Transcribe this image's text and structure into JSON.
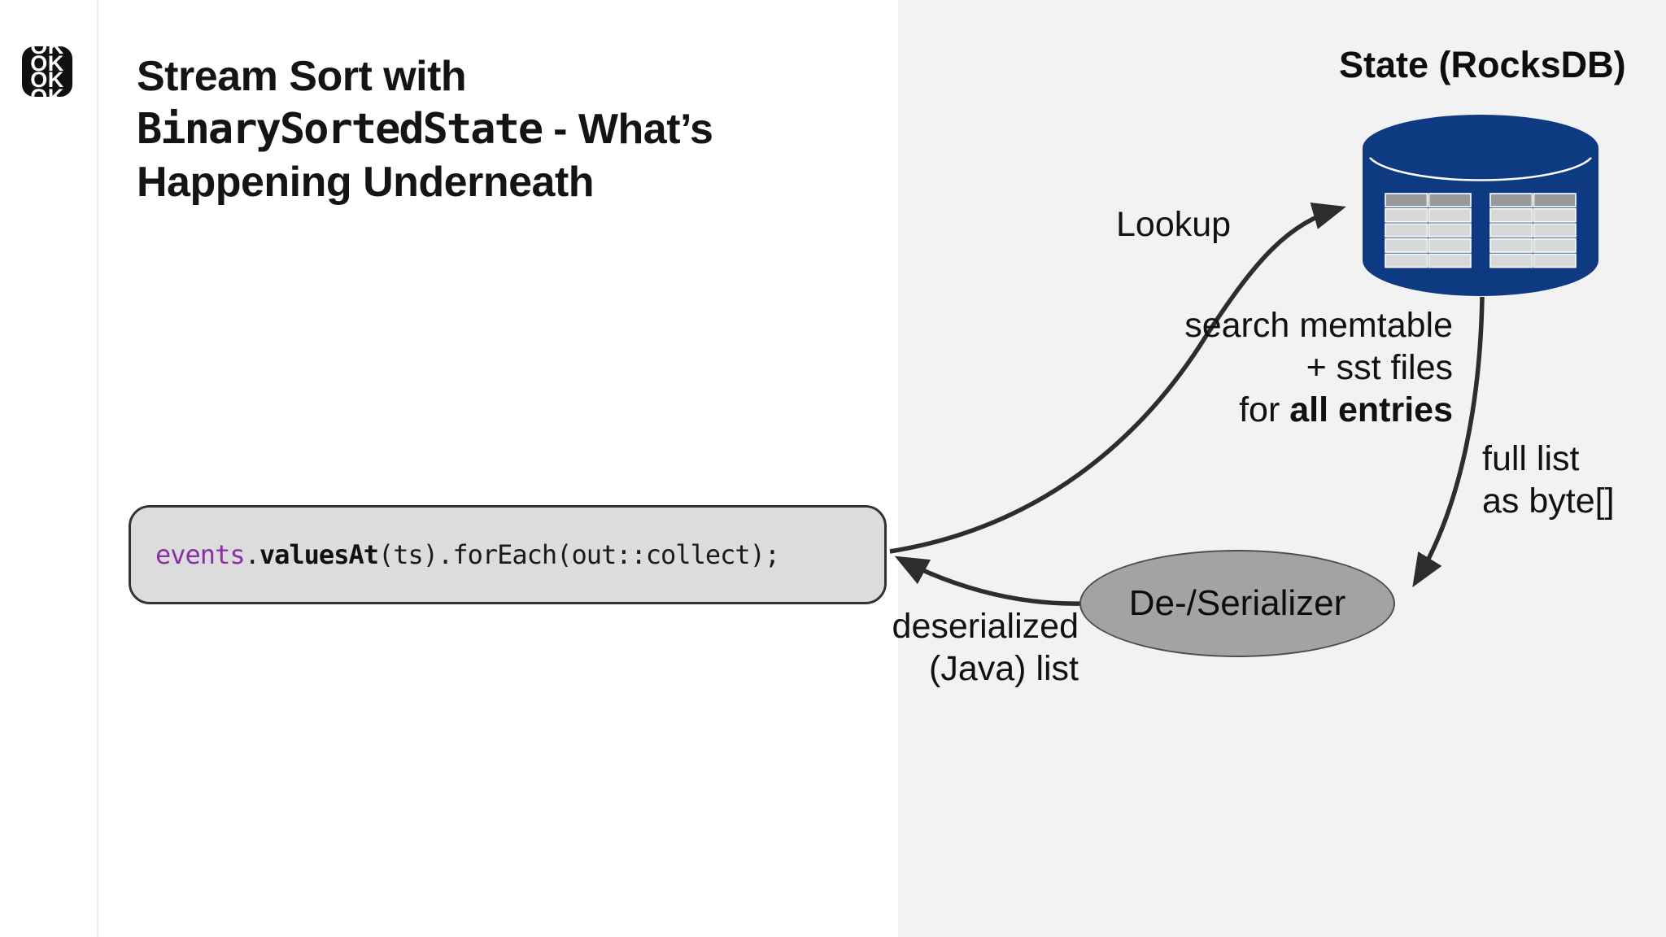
{
  "logo": {
    "row_text": "OK"
  },
  "title": {
    "line1": "Stream Sort with",
    "code_part": "BinarySortedState",
    "line2_rest": " - What’s",
    "line3": "Happening Underneath"
  },
  "code_box": {
    "token_var": "events",
    "token_dot": ".",
    "token_method": "valuesAt",
    "token_rest": "(ts).forEach(out::collect);"
  },
  "diagram": {
    "state_title": "State (RocksDB)",
    "lookup_label": "Lookup",
    "memtable_line1": "search memtable",
    "memtable_line2": "+ sst files",
    "memtable_line3_prefix": "for ",
    "memtable_line3_bold": "all entries",
    "fulllist_line1": "full list",
    "fulllist_line2": "as byte[]",
    "serializer_label": "De-/Serializer",
    "deserialized_line1": "deserialized",
    "deserialized_line2": "(Java) list"
  },
  "colors": {
    "panel_bg": "#f2f2f2",
    "db_navy": "#0e3a82",
    "db_table_header": "#9a9a9a",
    "db_table_cell": "#d8d8d8",
    "arrow": "#2d2d2d",
    "code_purple": "#8b2fa6",
    "code_box_bg": "#dcdcdc",
    "ellipse_fill": "#a3a3a3"
  }
}
